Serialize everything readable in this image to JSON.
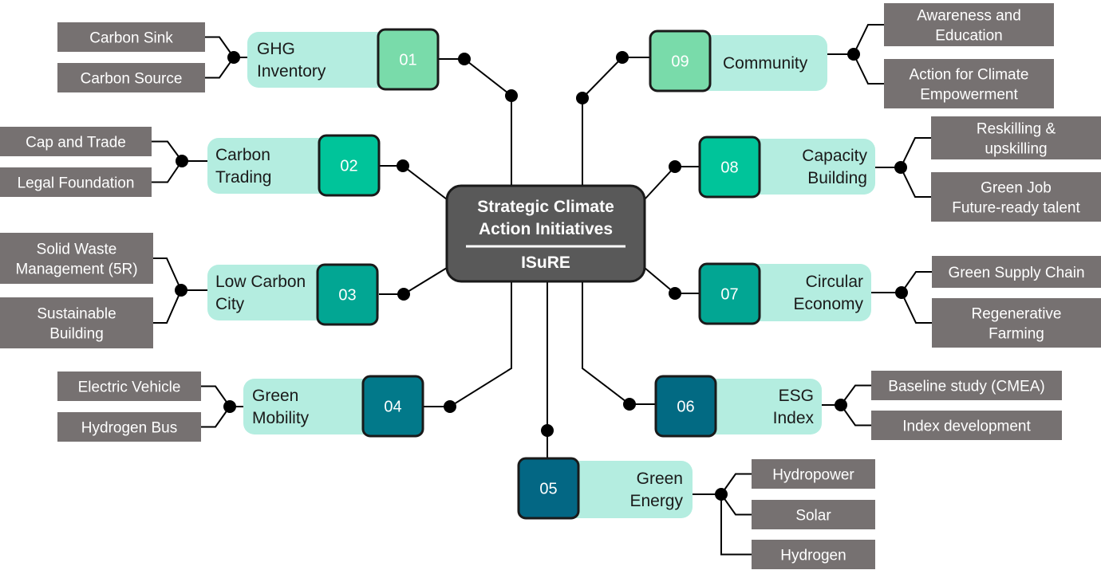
{
  "center": {
    "title_lines": [
      "Strategic Climate",
      "Action Initiatives"
    ],
    "subtitle": "ISuRE",
    "fill": "#595959"
  },
  "initiatives": [
    {
      "id": "01",
      "label_lines": [
        "GHG",
        "Inventory"
      ],
      "color": "#79dbaa",
      "pill_color": "#b4ede0",
      "subs": [
        {
          "lines": [
            "Carbon Sink"
          ]
        },
        {
          "lines": [
            "Carbon Source"
          ]
        }
      ]
    },
    {
      "id": "02",
      "label_lines": [
        "Carbon",
        "Trading"
      ],
      "color": "#00c49a",
      "pill_color": "#b4ede0",
      "subs": [
        {
          "lines": [
            "Cap and Trade"
          ]
        },
        {
          "lines": [
            "Legal Foundation"
          ]
        }
      ]
    },
    {
      "id": "03",
      "label_lines": [
        "Low Carbon",
        "City"
      ],
      "color": "#02a693",
      "pill_color": "#b4ede0",
      "subs": [
        {
          "lines": [
            "Solid Waste",
            "Management (5R)"
          ]
        },
        {
          "lines": [
            "Sustainable",
            "Building"
          ]
        }
      ]
    },
    {
      "id": "04",
      "label_lines": [
        "Green",
        "Mobility"
      ],
      "color": "#02798a",
      "pill_color": "#b4ede0",
      "subs": [
        {
          "lines": [
            "Electric Vehicle"
          ]
        },
        {
          "lines": [
            "Hydrogen Bus"
          ]
        }
      ]
    },
    {
      "id": "05",
      "label_lines": [
        "Green",
        "Energy"
      ],
      "color": "#036784",
      "pill_color": "#b4ede0",
      "subs": [
        {
          "lines": [
            "Hydropower"
          ]
        },
        {
          "lines": [
            "Solar"
          ]
        },
        {
          "lines": [
            "Hydrogen"
          ]
        }
      ]
    },
    {
      "id": "06",
      "label_lines": [
        "ESG",
        "Index"
      ],
      "color": "#026a83",
      "pill_color": "#b4ede0",
      "subs": [
        {
          "lines": [
            "Baseline study (CMEA)"
          ]
        },
        {
          "lines": [
            "Index development"
          ]
        }
      ]
    },
    {
      "id": "07",
      "label_lines": [
        "Circular",
        "Economy"
      ],
      "color": "#02a693",
      "pill_color": "#b4ede0",
      "subs": [
        {
          "lines": [
            "Green Supply Chain"
          ]
        },
        {
          "lines": [
            "Regenerative",
            "Farming"
          ]
        }
      ]
    },
    {
      "id": "08",
      "label_lines": [
        "Capacity",
        "Building"
      ],
      "color": "#00c49a",
      "pill_color": "#b4ede0",
      "subs": [
        {
          "lines": [
            "Reskilling &",
            "upskilling"
          ]
        },
        {
          "lines": [
            "Green Job",
            "Future-ready talent"
          ]
        }
      ]
    },
    {
      "id": "09",
      "label_lines": [
        "Community"
      ],
      "color": "#79dbaa",
      "pill_color": "#b4ede0",
      "subs": [
        {
          "lines": [
            "Awareness and",
            "Education"
          ]
        },
        {
          "lines": [
            "Action for Climate",
            "Empowerment"
          ]
        }
      ]
    }
  ],
  "colors": {
    "leaf_box": "#767171",
    "connector": "#000000",
    "box_border": "#1a1a1a"
  }
}
